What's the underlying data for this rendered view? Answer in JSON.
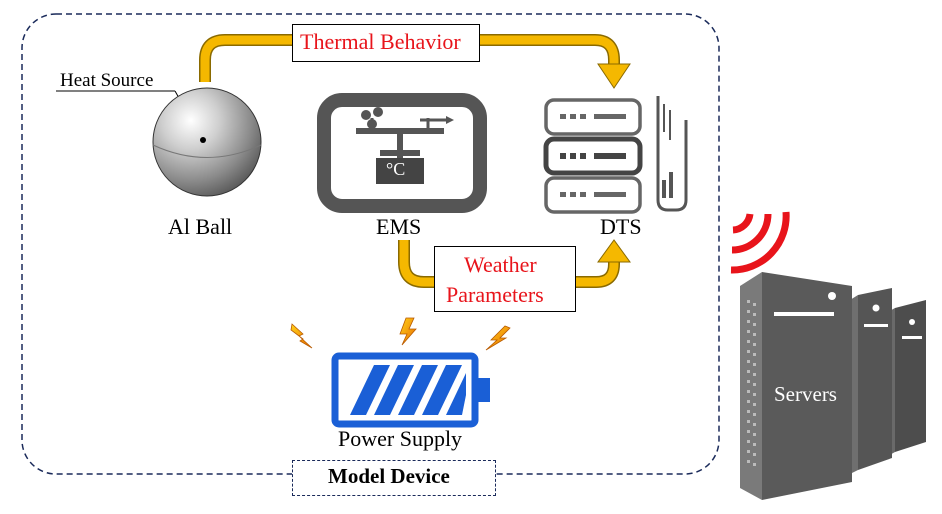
{
  "labels": {
    "heat_source": "Heat Source",
    "al_ball": "Al Ball",
    "thermal_behavior": "Thermal Behavior",
    "ems": "EMS",
    "dts": "DTS",
    "weather_line1": "Weather",
    "weather_line2": "Parameters",
    "power_supply": "Power Supply",
    "model_device": "Model Device",
    "servers": "Servers",
    "celsius": "°C"
  },
  "colors": {
    "arrow": "#f5b800",
    "arrow_outline": "#8a6a00",
    "red_text": "#e8141b",
    "battery": "#1a5fd6",
    "dashed_border": "#1a2a5a",
    "icon_gray": "#555555",
    "server_gray": "#5a5a5a"
  },
  "icons": {
    "sphere": "sphere-icon",
    "weather_station": "weather-station-icon",
    "dts_rack": "server-rack-icon",
    "wifi": "wireless-signal-icon",
    "servers": "server-tower-icon",
    "battery": "battery-icon",
    "lightning": "lightning-icon"
  }
}
